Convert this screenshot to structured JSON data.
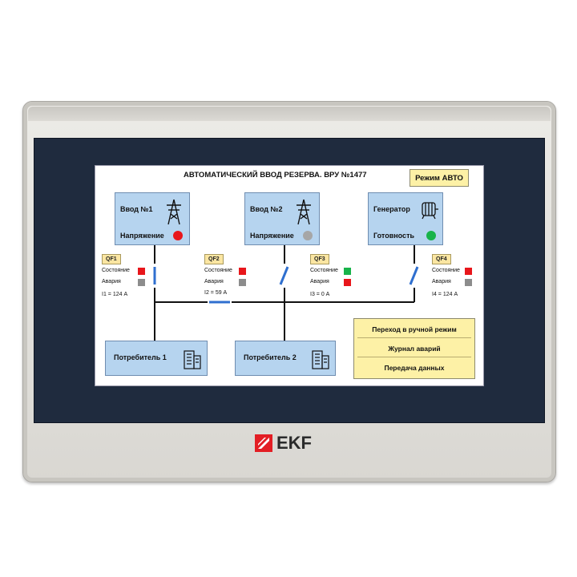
{
  "screen": {
    "title": "АВТОМАТИЧЕСКИЙ ВВОД РЕЗЕРВА. ВРУ №1477",
    "mode_button": "Режим АВТО"
  },
  "sources": [
    {
      "name": "Ввод №1",
      "status_label": "Напряжение",
      "lamp_color": "#e8161b",
      "icon": "power-tower-icon"
    },
    {
      "name": "Ввод №2",
      "status_label": "Напряжение",
      "lamp_color": "#a6a6a6",
      "icon": "power-tower-icon"
    },
    {
      "name": "Генератор",
      "status_label": "Готовность",
      "lamp_color": "#18b34a",
      "icon": "generator-icon"
    }
  ],
  "breakers": [
    {
      "tag": "QF1",
      "state_label": "Состояние",
      "alarm_label": "Авария",
      "state_color": "#e8161b",
      "alarm_color": "#8c8c8c",
      "current": "I1 = 124 А"
    },
    {
      "tag": "QF2",
      "state_label": "Состояние",
      "alarm_label": "Авария",
      "state_color": "#e8161b",
      "alarm_color": "#8c8c8c",
      "current": "I2 = 59 А"
    },
    {
      "tag": "QF3",
      "state_label": "Состояние",
      "alarm_label": "Авария",
      "state_color": "#18b34a",
      "alarm_color": "#e8161b",
      "current": "I3 = 0 А"
    },
    {
      "tag": "QF4",
      "state_label": "Состояние",
      "alarm_label": "Авария",
      "state_color": "#e8161b",
      "alarm_color": "#8c8c8c",
      "current": "I4 = 124 А"
    }
  ],
  "consumers": [
    {
      "name": "Потребитель 1",
      "icon": "building-icon"
    },
    {
      "name": "Потребитель 2",
      "icon": "building-icon"
    }
  ],
  "actions": [
    {
      "label": "Переход в ручной режим"
    },
    {
      "label": "Журнал аварий"
    },
    {
      "label": "Передача данных"
    }
  ],
  "device": {
    "logo_text": "EKF",
    "brand_color": "#e31e24"
  }
}
